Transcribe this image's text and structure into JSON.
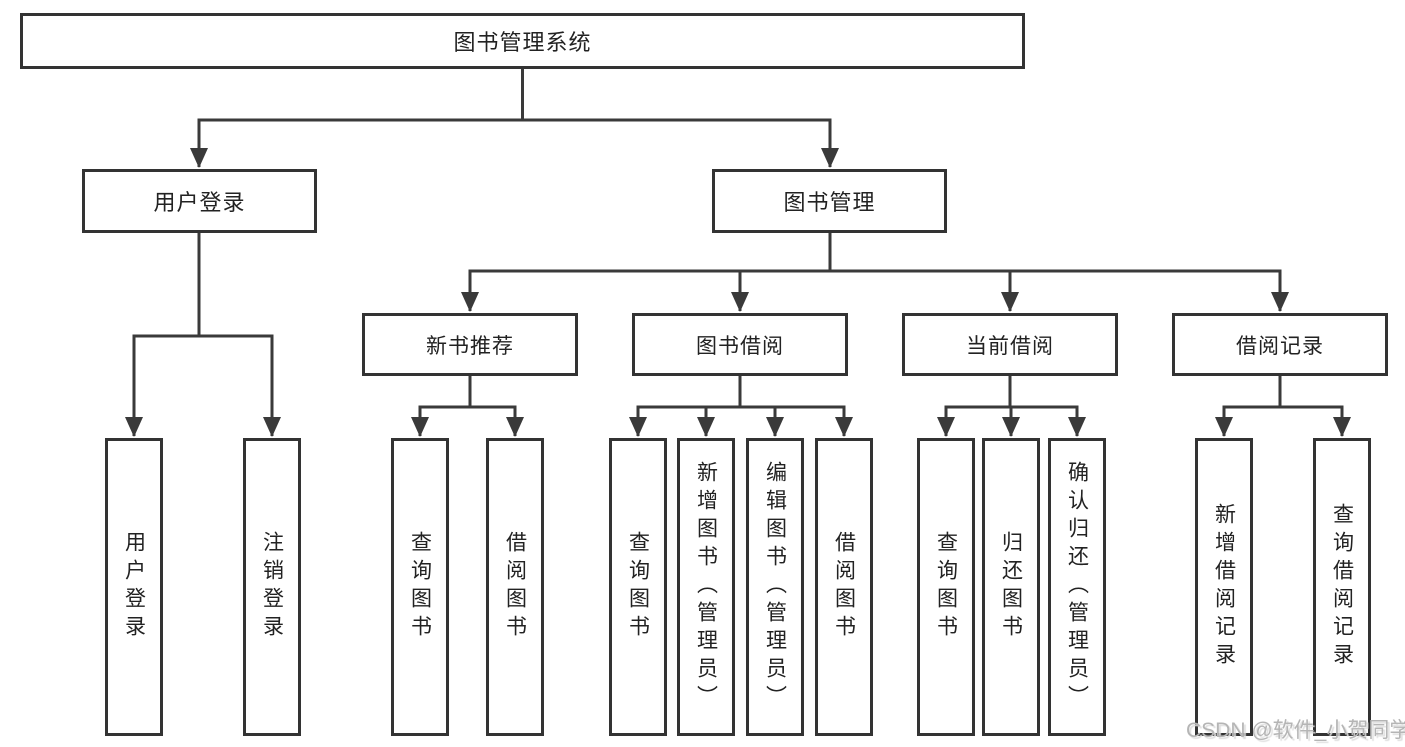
{
  "diagram": {
    "watermark": "CSDN @软件_小贺同学",
    "colors": {
      "line": "#3a3a3a",
      "box_border": "#333333",
      "box_fill": "#ffffff",
      "text": "#222222",
      "watermark_text": "#b5b5b5",
      "background": "#ffffff"
    },
    "tree": {
      "root": "图书管理系统",
      "branches": [
        {
          "label": "用户登录",
          "children": [
            "用户登录",
            "注销登录"
          ]
        },
        {
          "label": "图书管理",
          "groups": [
            {
              "label": "新书推荐",
              "children": [
                "查询图书",
                "借阅图书"
              ]
            },
            {
              "label": "图书借阅",
              "children": [
                "查询图书",
                "新增图书（管理员）",
                "编辑图书（管理员）",
                "借阅图书"
              ]
            },
            {
              "label": "当前借阅",
              "children": [
                "查询图书",
                "归还图书",
                "确认归还（管理员）"
              ]
            },
            {
              "label": "借阅记录",
              "children": [
                "新增借阅记录",
                "查询借阅记录"
              ]
            }
          ]
        }
      ]
    }
  }
}
